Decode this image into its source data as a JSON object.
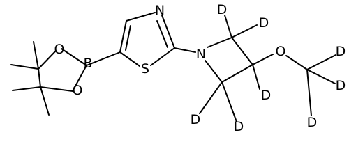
{
  "structure": {
    "atoms": {
      "O_boronate_top": "O",
      "O_boronate_bottom": "O",
      "B": "B",
      "S": "S",
      "N_thiazole": "N",
      "N_azetidine": "N",
      "O_ether": "O",
      "D_ring_top_1": "D",
      "D_ring_top_2": "D",
      "D_ring_mid": "D",
      "D_ring_bottom_1": "D",
      "D_ring_bottom_2": "D",
      "D_methyl_1": "D",
      "D_methyl_2": "D",
      "D_methyl_3": "D"
    }
  }
}
